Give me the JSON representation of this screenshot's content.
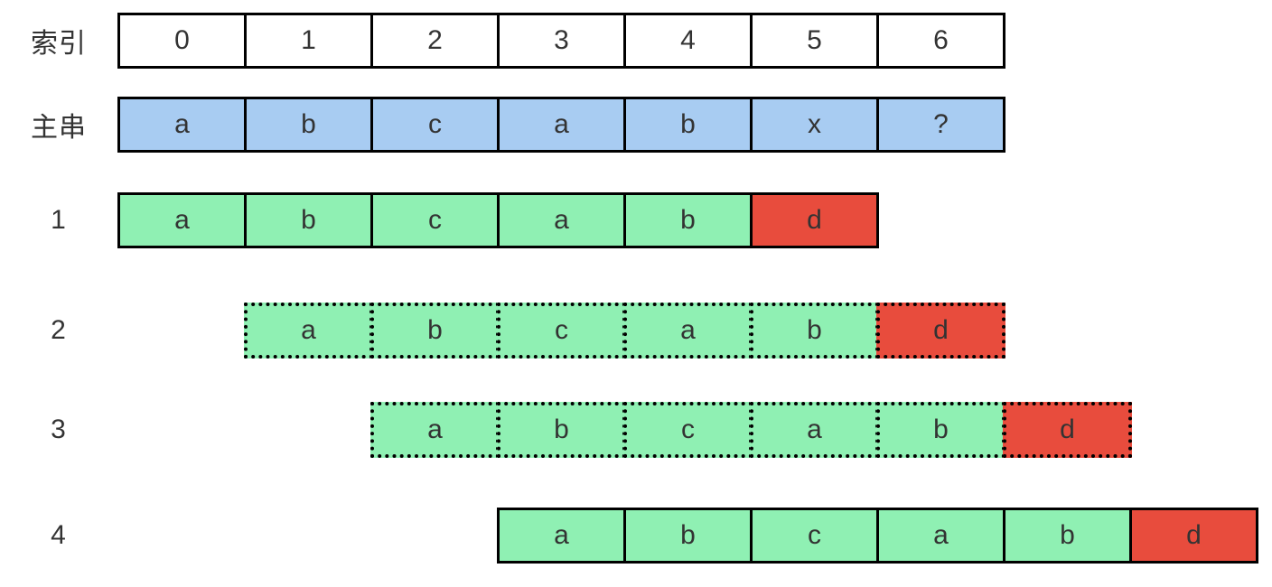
{
  "diagram": {
    "description_labels": {
      "index_label": "索引",
      "main_string_label": "主串"
    },
    "colors": {
      "main_fill": "#a8ccf2",
      "match_fill": "#8ff0b3",
      "mismatch_fill": "#e84c3d",
      "plain_fill": "#ffffff",
      "border": "#000000",
      "text": "#333333",
      "background": "#ffffff"
    },
    "rows": [
      {
        "name": "index",
        "label": "索引",
        "border": "solid",
        "offset": 0,
        "cells": [
          {
            "t": "0",
            "type": "plain"
          },
          {
            "t": "1",
            "type": "plain"
          },
          {
            "t": "2",
            "type": "plain"
          },
          {
            "t": "3",
            "type": "plain"
          },
          {
            "t": "4",
            "type": "plain"
          },
          {
            "t": "5",
            "type": "plain"
          },
          {
            "t": "6",
            "type": "plain"
          }
        ]
      },
      {
        "name": "main-string",
        "label": "主串",
        "border": "solid",
        "offset": 0,
        "cells": [
          {
            "t": "a",
            "type": "main"
          },
          {
            "t": "b",
            "type": "main"
          },
          {
            "t": "c",
            "type": "main"
          },
          {
            "t": "a",
            "type": "main"
          },
          {
            "t": "b",
            "type": "main"
          },
          {
            "t": "x",
            "type": "main"
          },
          {
            "t": "?",
            "type": "main"
          }
        ]
      },
      {
        "name": "attempt-1",
        "label": "1",
        "border": "solid",
        "offset": 0,
        "cells": [
          {
            "t": "a",
            "type": "match"
          },
          {
            "t": "b",
            "type": "match"
          },
          {
            "t": "c",
            "type": "match"
          },
          {
            "t": "a",
            "type": "match"
          },
          {
            "t": "b",
            "type": "match"
          },
          {
            "t": "d",
            "type": "mismatch"
          }
        ]
      },
      {
        "name": "attempt-2",
        "label": "2",
        "border": "dotted",
        "offset": 1,
        "cells": [
          {
            "t": "a",
            "type": "match"
          },
          {
            "t": "b",
            "type": "match"
          },
          {
            "t": "c",
            "type": "match"
          },
          {
            "t": "a",
            "type": "match"
          },
          {
            "t": "b",
            "type": "match"
          },
          {
            "t": "d",
            "type": "mismatch"
          }
        ]
      },
      {
        "name": "attempt-3",
        "label": "3",
        "border": "dotted",
        "offset": 2,
        "cells": [
          {
            "t": "a",
            "type": "match"
          },
          {
            "t": "b",
            "type": "match"
          },
          {
            "t": "c",
            "type": "match"
          },
          {
            "t": "a",
            "type": "match"
          },
          {
            "t": "b",
            "type": "match"
          },
          {
            "t": "d",
            "type": "mismatch"
          }
        ]
      },
      {
        "name": "attempt-4",
        "label": "4",
        "border": "solid",
        "offset": 3,
        "cells": [
          {
            "t": "a",
            "type": "match"
          },
          {
            "t": "b",
            "type": "match"
          },
          {
            "t": "c",
            "type": "match"
          },
          {
            "t": "a",
            "type": "match"
          },
          {
            "t": "b",
            "type": "match"
          },
          {
            "t": "d",
            "type": "mismatch"
          }
        ]
      }
    ]
  }
}
